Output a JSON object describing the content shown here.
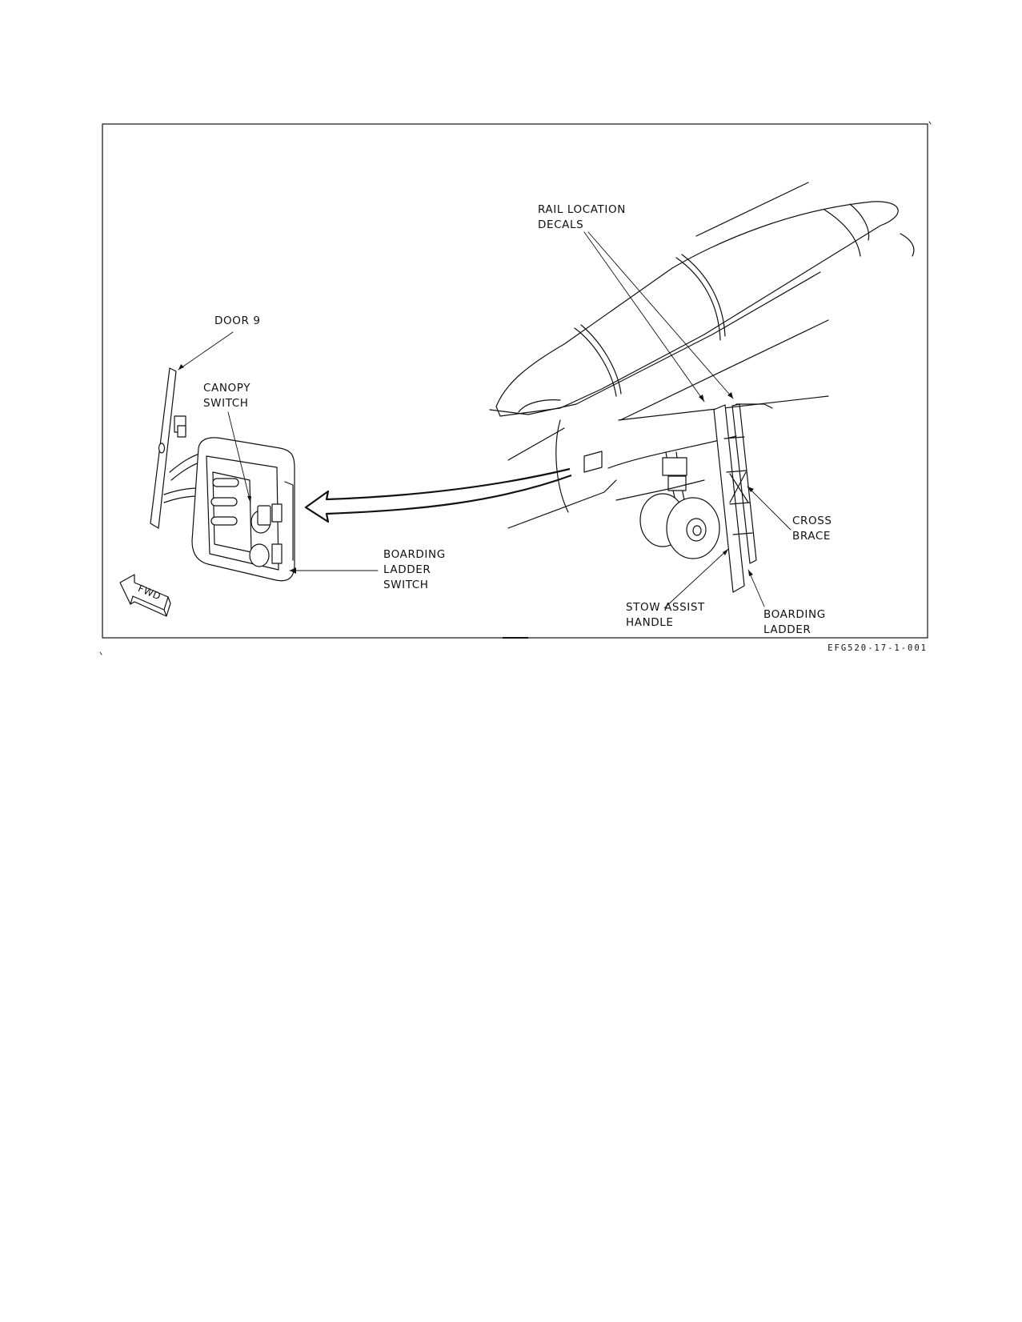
{
  "figure": {
    "callouts": {
      "rail_location_decals": [
        "RAIL LOCATION",
        "DECALS"
      ],
      "door_9": [
        "DOOR 9"
      ],
      "canopy_switch": [
        "CANOPY",
        "SWITCH"
      ],
      "cross_brace": [
        "CROSS",
        "BRACE"
      ],
      "boarding_ladder_switch": [
        "BOARDING",
        "LADDER",
        "SWITCH"
      ],
      "stow_assist_handle": [
        "STOW ASSIST",
        "HANDLE"
      ],
      "boarding_ladder": [
        "BOARDING",
        "LADDER"
      ]
    },
    "direction_arrow": "FWD",
    "figure_id": "EFG520-17-1-001"
  }
}
